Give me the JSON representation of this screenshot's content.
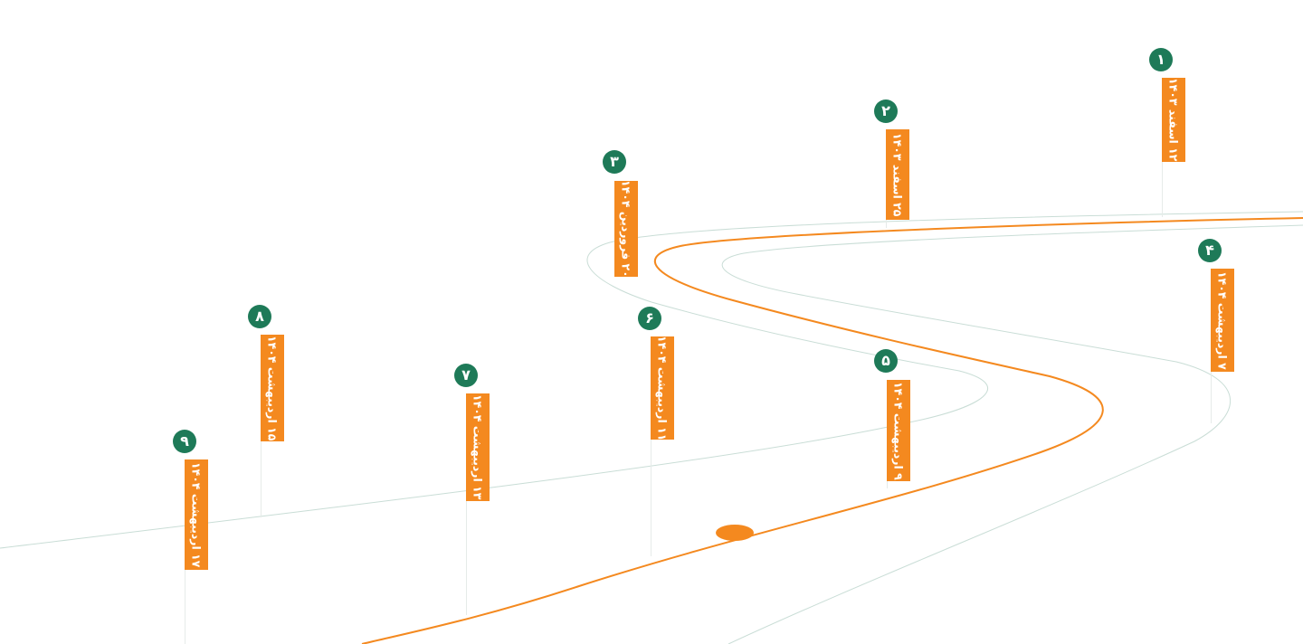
{
  "colors": {
    "accent": "#f4891f",
    "badge": "#1e7a58",
    "road_edge": "#c9ddd6",
    "pole": "#e6ebe9"
  },
  "milestones": [
    {
      "number": "۱",
      "date": "۱۲ اسفند ۱۴۰۳"
    },
    {
      "number": "۲",
      "date": "۲۵ اسفند ۱۴۰۳"
    },
    {
      "number": "۳",
      "date": "۲۰ فروردین ۱۴۰۴"
    },
    {
      "number": "۴",
      "date": "۷ اردیبهشت ۱۴۰۴"
    },
    {
      "number": "۵",
      "date": "۹ اردیبهشت ۱۴۰۴"
    },
    {
      "number": "۶",
      "date": "۱۱ اردیبهشت ۱۴۰۴"
    },
    {
      "number": "۷",
      "date": "۱۳ اردیبهشت ۱۴۰۴"
    },
    {
      "number": "۸",
      "date": "۱۵ اردیبهشت ۱۴۰۴"
    },
    {
      "number": "۹",
      "date": "۱۷ اردیبهشت ۱۴۰۴"
    }
  ]
}
